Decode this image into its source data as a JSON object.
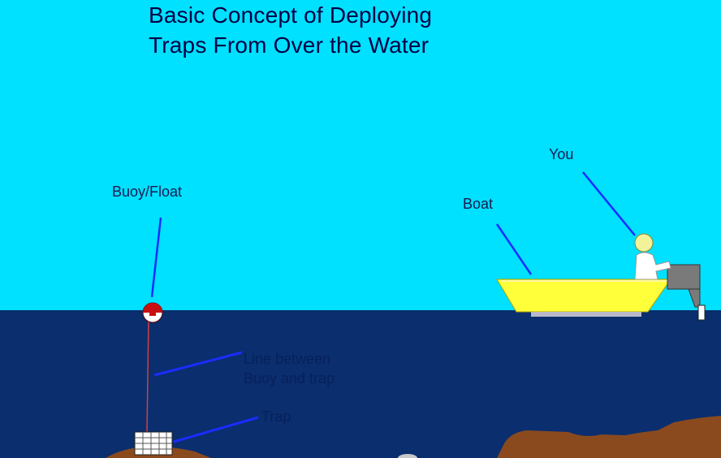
{
  "title": {
    "line1": "Basic Concept of Deploying",
    "line2": "Traps From Over the Water"
  },
  "labels": {
    "buoy": "Buoy/Float",
    "boat": "Boat",
    "you": "You",
    "line_1": "Line between",
    "line_2": "Buoy and trap",
    "trap": "Trap"
  },
  "colors": {
    "sky": "#00e0ff",
    "water": "#0a2e6e",
    "boat": "#ffff3a",
    "seabed": "#8a4a1e",
    "pointer": "#1a2cff"
  }
}
